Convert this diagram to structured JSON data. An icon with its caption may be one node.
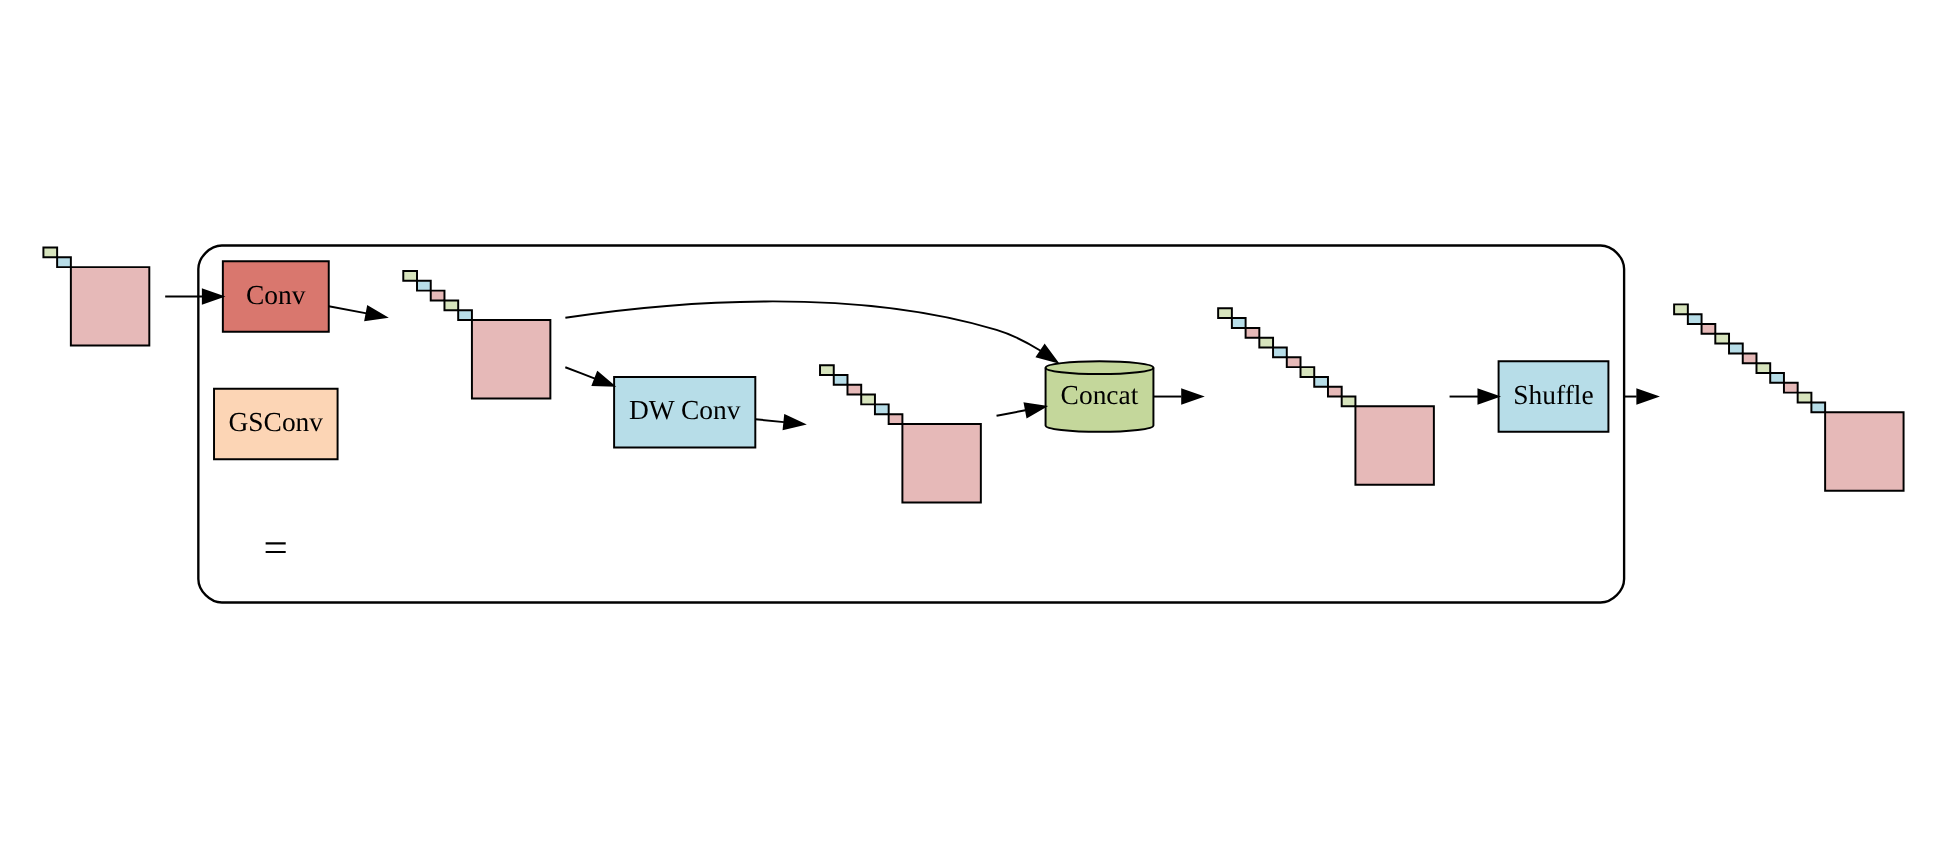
{
  "diagram": {
    "nodes": [
      {
        "text": [],
        "shape": "box"
      },
      {
        "text": [],
        "shape": "box"
      },
      {
        "text": [
          "Conv"
        ],
        "in": 0
      },
      {
        "text": [],
        "shape": "box",
        "in": 0
      },
      {
        "text": [
          "DW Conv"
        ],
        "in": 0
      },
      {
        "text": [],
        "shape": "box",
        "in": 0
      },
      {
        "text": [
          "Concat"
        ],
        "in": 0
      },
      {
        "text": [],
        "shape": "box",
        "in": 0
      },
      {
        "text": [
          "Shuffle"
        ],
        "in": 0
      },
      {
        "text": [
          "GSConv"
        ],
        "in": 0
      },
      {
        "text": [],
        "shape": "box"
      }
    ],
    "edges": [
      {
        "from": 1,
        "to": 2,
        "arrow": "to"
      },
      {
        "from": 2,
        "to": 3,
        "arrow": "to"
      },
      {
        "from": 3,
        "to": 6,
        "arrow": "to"
      },
      {
        "from": 3,
        "to": 4,
        "arrow": "to"
      },
      {
        "from": 4,
        "to": 5,
        "arrow": "to"
      },
      {
        "from": 5,
        "to": 6,
        "arrow": "to"
      },
      {
        "from": 6,
        "to": 7,
        "arrow": "to"
      },
      {
        "from": 7,
        "to": 8,
        "arrow": "to"
      },
      {
        "from": 0,
        "to": 10,
        "arrow": "to"
      }
    ],
    "labels": [
      "="
    ]
  }
}
